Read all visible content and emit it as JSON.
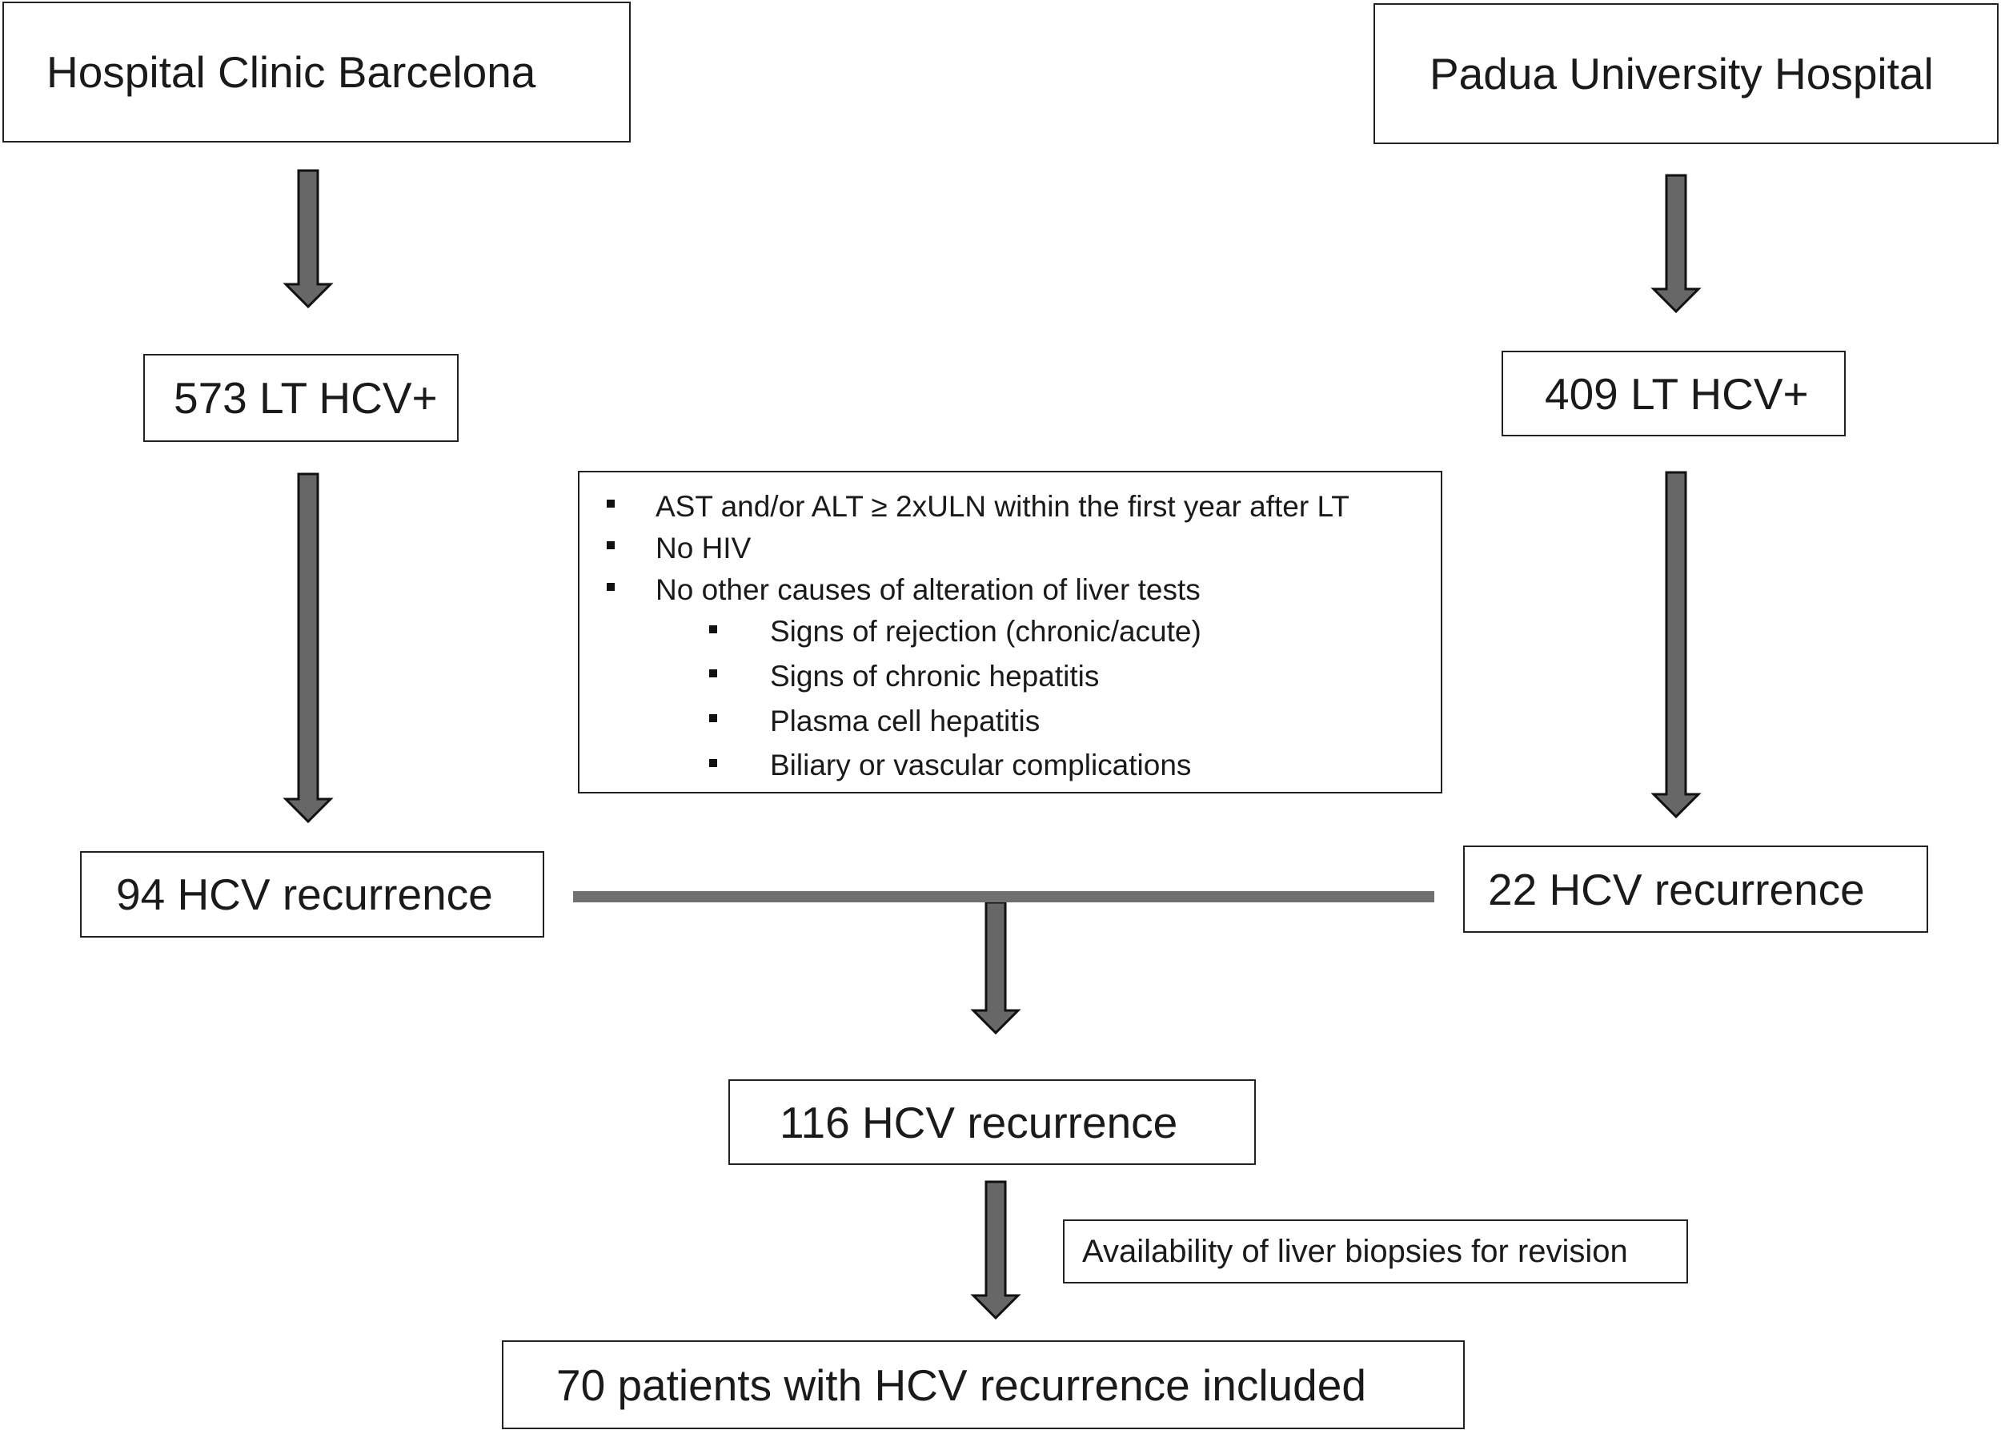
{
  "nodes": {
    "barcelona": "Hospital Clinic Barcelona",
    "padua": "Padua University Hospital",
    "barcelona_lt": "573 LT HCV+",
    "padua_lt": "409 LT HCV+",
    "barcelona_recurrence": "94 HCV recurrence",
    "padua_recurrence": "22 HCV recurrence",
    "total_recurrence": "116 HCV recurrence",
    "included": "70 patients with HCV recurrence included"
  },
  "criteria": {
    "items": [
      "AST and/or ALT ≥ 2xULN within the first year after LT",
      "No HIV",
      "No other causes of alteration of liver tests"
    ],
    "sub_items": [
      "Signs of rejection (chronic/acute)",
      "Signs of chronic hepatitis",
      "Plasma cell hepatitis",
      "Biliary or vascular complications"
    ]
  },
  "biopsy_note": "Availability of liver biopsies for revision",
  "colors": {
    "arrow_fill": "#676767",
    "arrow_stroke": "#111111",
    "connector": "#707070",
    "box_border": "#222222"
  }
}
